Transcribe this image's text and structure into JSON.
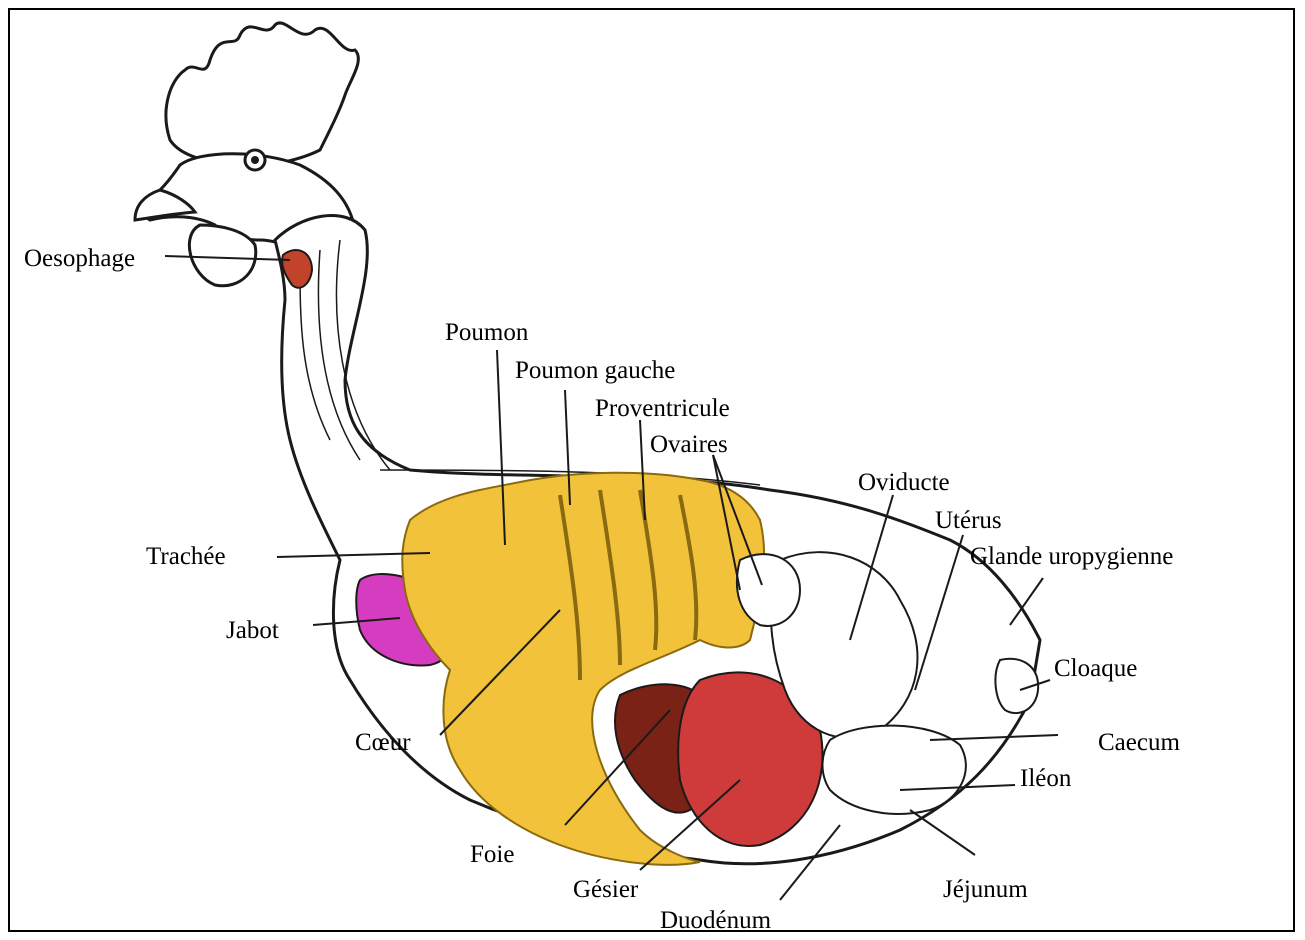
{
  "labels": {
    "oesophage": "Oesophage",
    "poumon": "Poumon",
    "poumon_gauche": "Poumon gauche",
    "proventricule": "Proventricule",
    "ovaires": "Ovaires",
    "oviducte": "Oviducte",
    "uterus": "Utérus",
    "glande_uropygienne": "Glande uropygienne",
    "trachee": "Trachée",
    "jabot": "Jabot",
    "cloaque": "Cloaque",
    "caecum": "Caecum",
    "ileon": "Iléon",
    "coeur": "Cœur",
    "foie": "Foie",
    "gesier": "Gésier",
    "jejunum": "Jéjunum",
    "duodenum": "Duodénum"
  },
  "colors": {
    "skeleton": "#f2c23a",
    "skeleton_outline": "#8a6a10",
    "lung": "#1e9a5a",
    "crop": "#d63cc0",
    "liver": "#7a2216",
    "gizzard": "#cf3b3b",
    "oesophagus_patch": "#c0432a",
    "outline": "#1a1a1a"
  }
}
